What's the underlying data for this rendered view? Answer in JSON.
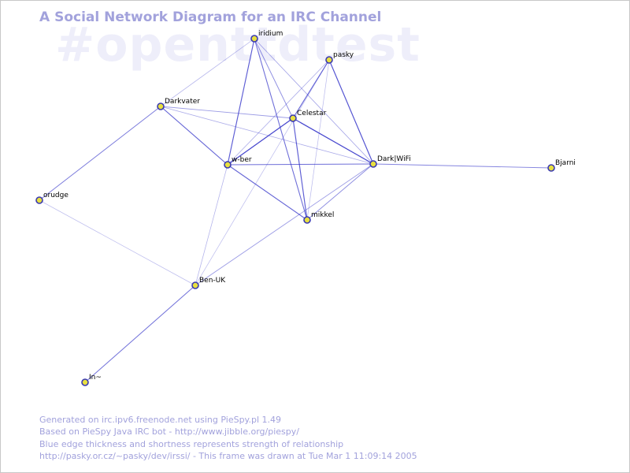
{
  "title": "A Social Network Diagram for an IRC Channel",
  "channel": "#openttdtest",
  "colors": {
    "title": "#a2a2dc",
    "watermark": "#eeeefa",
    "edge": "#3030c8",
    "node_fill": "#e8e040",
    "node_stroke": "#3a3ab0",
    "label": "#000000"
  },
  "nodes": [
    {
      "id": "iridium",
      "label": "iridium"
    },
    {
      "id": "pasky",
      "label": "pasky"
    },
    {
      "id": "Darkvater",
      "label": "Darkvater"
    },
    {
      "id": "Celestar",
      "label": "Celestar"
    },
    {
      "id": "w-ber",
      "label": "w-ber"
    },
    {
      "id": "DarkWiFi",
      "label": "Dark|WiFi"
    },
    {
      "id": "Bjarni",
      "label": "Bjarni"
    },
    {
      "id": "orudge",
      "label": "orudge"
    },
    {
      "id": "mikkel",
      "label": "mikkel"
    },
    {
      "id": "Ben-UK",
      "label": "Ben-UK"
    },
    {
      "id": "In",
      "label": "In~"
    }
  ],
  "edges": [
    {
      "from": "iridium",
      "to": "w-ber",
      "strength": 0.8
    },
    {
      "from": "iridium",
      "to": "mikkel",
      "strength": 0.7
    },
    {
      "from": "iridium",
      "to": "Celestar",
      "strength": 0.5
    },
    {
      "from": "iridium",
      "to": "DarkWiFi",
      "strength": 0.35
    },
    {
      "from": "iridium",
      "to": "Darkvater",
      "strength": 0.25
    },
    {
      "from": "pasky",
      "to": "Celestar",
      "strength": 0.75
    },
    {
      "from": "pasky",
      "to": "DarkWiFi",
      "strength": 0.85
    },
    {
      "from": "pasky",
      "to": "w-ber",
      "strength": 0.3
    },
    {
      "from": "pasky",
      "to": "mikkel",
      "strength": 0.2
    },
    {
      "from": "pasky",
      "to": "Ben-UK",
      "strength": 0.18
    },
    {
      "from": "Darkvater",
      "to": "w-ber",
      "strength": 0.75
    },
    {
      "from": "Darkvater",
      "to": "Celestar",
      "strength": 0.4
    },
    {
      "from": "Darkvater",
      "to": "DarkWiFi",
      "strength": 0.3
    },
    {
      "from": "Darkvater",
      "to": "orudge",
      "strength": 0.6
    },
    {
      "from": "Celestar",
      "to": "w-ber",
      "strength": 0.95
    },
    {
      "from": "Celestar",
      "to": "DarkWiFi",
      "strength": 0.95
    },
    {
      "from": "Celestar",
      "to": "mikkel",
      "strength": 0.8
    },
    {
      "from": "w-ber",
      "to": "DarkWiFi",
      "strength": 0.7
    },
    {
      "from": "w-ber",
      "to": "mikkel",
      "strength": 0.75
    },
    {
      "from": "w-ber",
      "to": "Ben-UK",
      "strength": 0.25
    },
    {
      "from": "DarkWiFi",
      "to": "Bjarni",
      "strength": 0.55
    },
    {
      "from": "DarkWiFi",
      "to": "mikkel",
      "strength": 0.5
    },
    {
      "from": "DarkWiFi",
      "to": "Ben-UK",
      "strength": 0.4
    },
    {
      "from": "orudge",
      "to": "Ben-UK",
      "strength": 0.18
    },
    {
      "from": "Ben-UK",
      "to": "In",
      "strength": 0.65
    }
  ],
  "footer_lines": [
    "Generated on irc.ipv6.freenode.net using PieSpy.pl 1.49",
    "Based on PieSpy Java IRC bot - http://www.jibble.org/piespy/",
    "Blue edge thickness and shortness represents strength of relationship",
    "http://pasky.or.cz/~pasky/dev/irssi/ - This frame was drawn at Tue Mar  1 11:09:14 2005"
  ]
}
